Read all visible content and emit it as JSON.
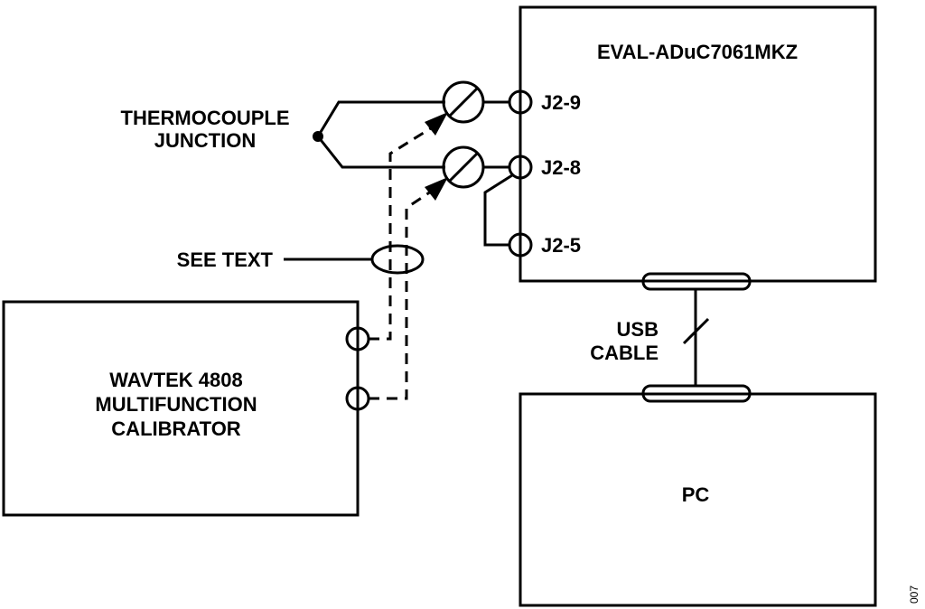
{
  "diagram": {
    "blocks": {
      "eval_board": "EVAL-ADuC7061MKZ",
      "calibrator": [
        "WAVTEK 4808",
        "MULTIFUNCTION",
        "CALIBRATOR"
      ],
      "pc": "PC"
    },
    "pins": {
      "j2_9": "J2-9",
      "j2_8": "J2-8",
      "j2_5": "J2-5"
    },
    "labels": {
      "thermocouple": [
        "THERMOCOUPLE",
        "JUNCTION"
      ],
      "see_text": "SEE TEXT",
      "usb_cable": [
        "USB",
        "CABLE"
      ]
    },
    "figure_id": "007"
  }
}
